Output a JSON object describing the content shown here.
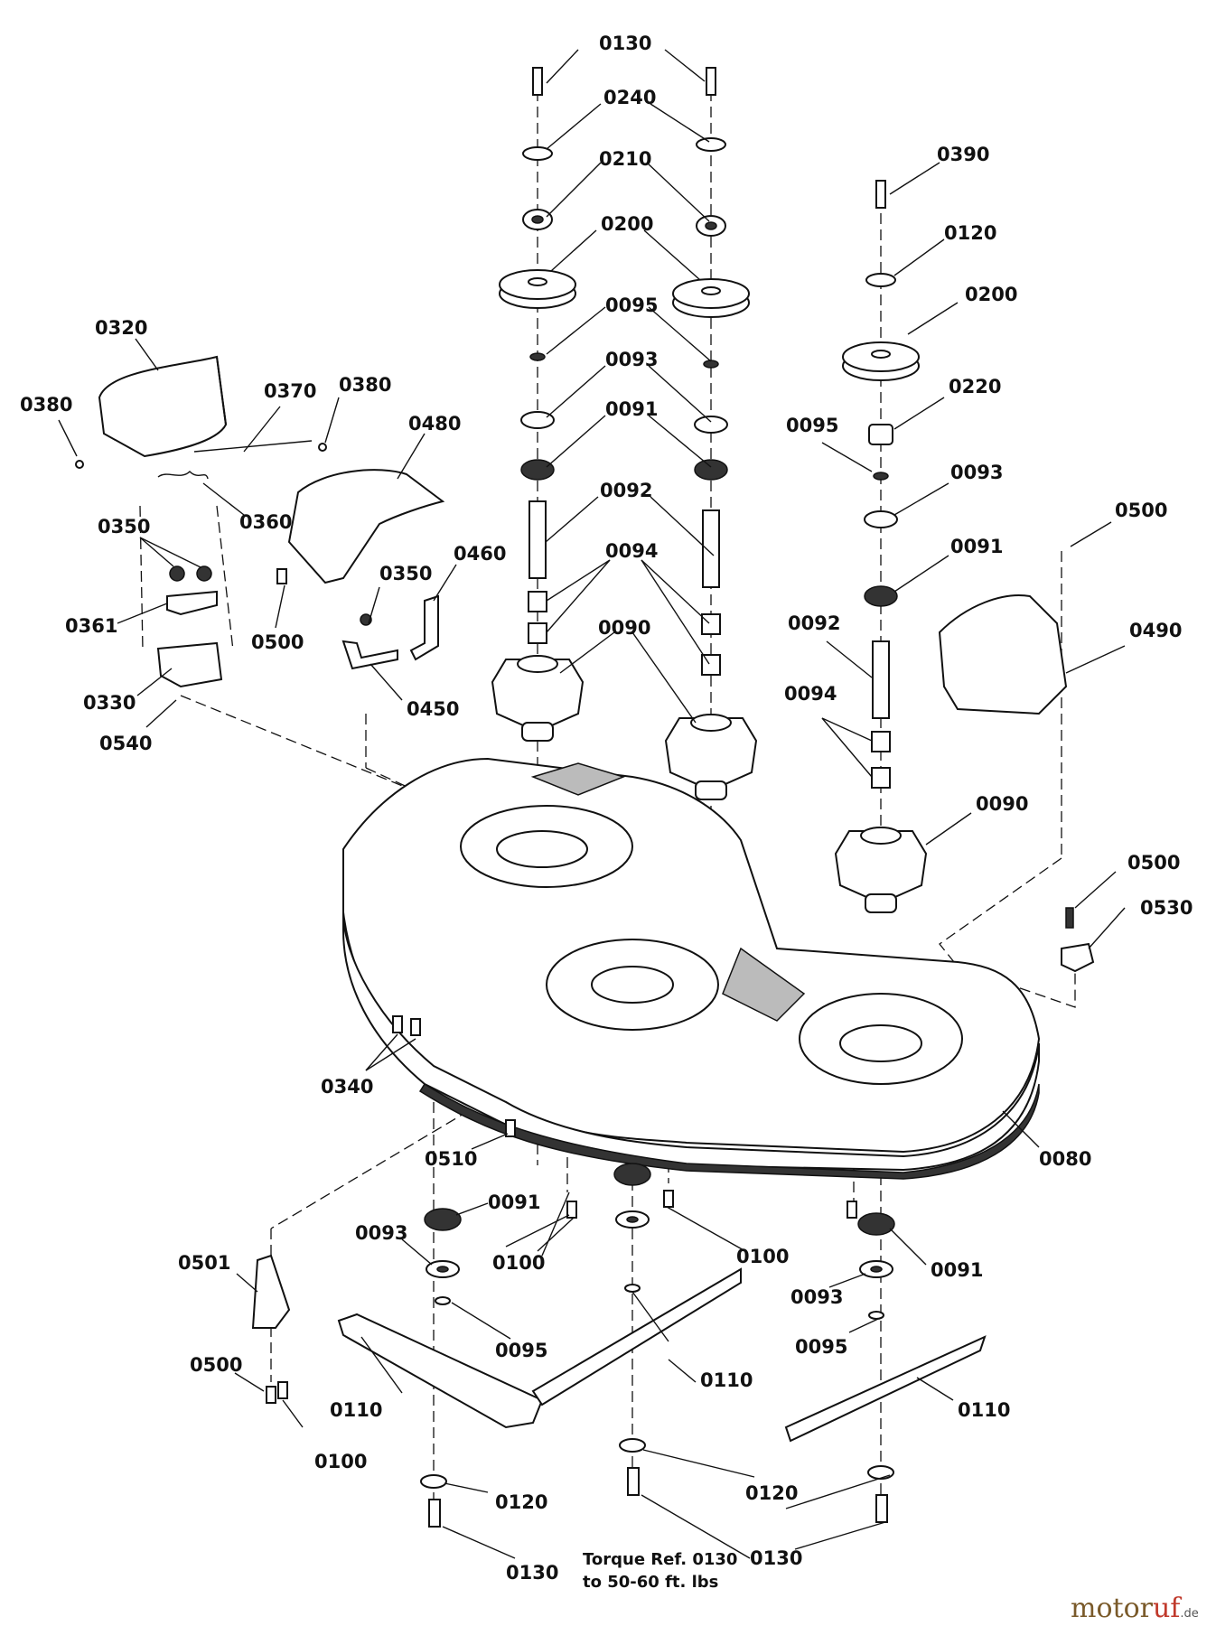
{
  "torque_note": {
    "line1": "Torque Ref. 0130",
    "line2": "to 50-60 ft. lbs"
  },
  "watermark": {
    "brand": "motor",
    "accent": "uf",
    "suffix": ".de"
  },
  "callouts": [
    "0130",
    "0240",
    "0210",
    "0200",
    "0095",
    "0093",
    "0091",
    "0092",
    "0094",
    "0090",
    "0390",
    "0120",
    "0200",
    "0220",
    "0095",
    "0093",
    "0091",
    "0500",
    "0092",
    "0094",
    "0490",
    "0090",
    "0320",
    "0380",
    "0370",
    "0380",
    "0480",
    "0360",
    "0350",
    "0350",
    "0460",
    "0361",
    "0500",
    "0330",
    "0450",
    "0540",
    "0500",
    "0530",
    "0340",
    "0080",
    "0510",
    "0091",
    "0100",
    "0093",
    "0100",
    "0091",
    "0093",
    "0501",
    "0095",
    "0110",
    "0095",
    "0500",
    "0110",
    "0110",
    "0100",
    "0120",
    "0120",
    "0130",
    "0130"
  ]
}
